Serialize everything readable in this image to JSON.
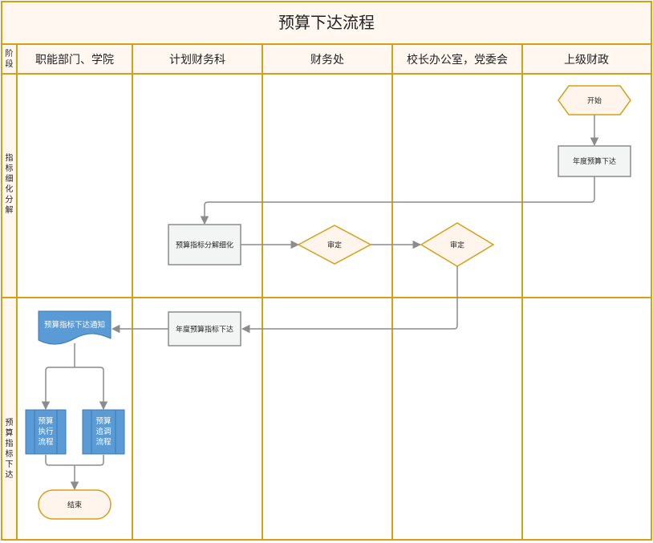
{
  "title": "预算下达流程",
  "stage_header": [
    "阶",
    "段"
  ],
  "lanes": [
    {
      "label": "职能部门、学院"
    },
    {
      "label": "计划财务科"
    },
    {
      "label": "财务处"
    },
    {
      "label": "校长办公室，党委会"
    },
    {
      "label": "上级财政"
    }
  ],
  "stages": [
    {
      "label": [
        "指",
        "标",
        "细",
        "化",
        "分",
        "解"
      ]
    },
    {
      "label": [
        "预",
        "算",
        "指",
        "标",
        "下",
        "达"
      ]
    }
  ],
  "nodes": {
    "start": {
      "label": "开始",
      "shape": "hexagon"
    },
    "annual_budget": {
      "label": "年度预算下达",
      "shape": "process"
    },
    "decompose": {
      "label": "预算指标分解细化",
      "shape": "process"
    },
    "review1": {
      "label": "审定",
      "shape": "decision"
    },
    "review2": {
      "label": "审定",
      "shape": "decision"
    },
    "annual_index": {
      "label": "年度预算指标下达",
      "shape": "process"
    },
    "notice": {
      "label": "预算指标下达通知",
      "shape": "document"
    },
    "exec_flow": {
      "label": [
        "预算",
        "执行",
        "流程"
      ],
      "shape": "predefined-process"
    },
    "adjust_flow": {
      "label": [
        "预算",
        "追调",
        "流程"
      ],
      "shape": "predefined-process"
    },
    "end": {
      "label": "结束",
      "shape": "terminator"
    }
  },
  "colors": {
    "frame": "#D4A017",
    "header_bg": "#FFF7F0",
    "process_fill": "#F3F5F5",
    "process_stroke": "#8C8C8C",
    "decision_fill": "#FFF5EC",
    "blue_fill": "#5B9BD5",
    "blue_stroke": "#3A78B8",
    "connector": "#8C8C8C"
  }
}
